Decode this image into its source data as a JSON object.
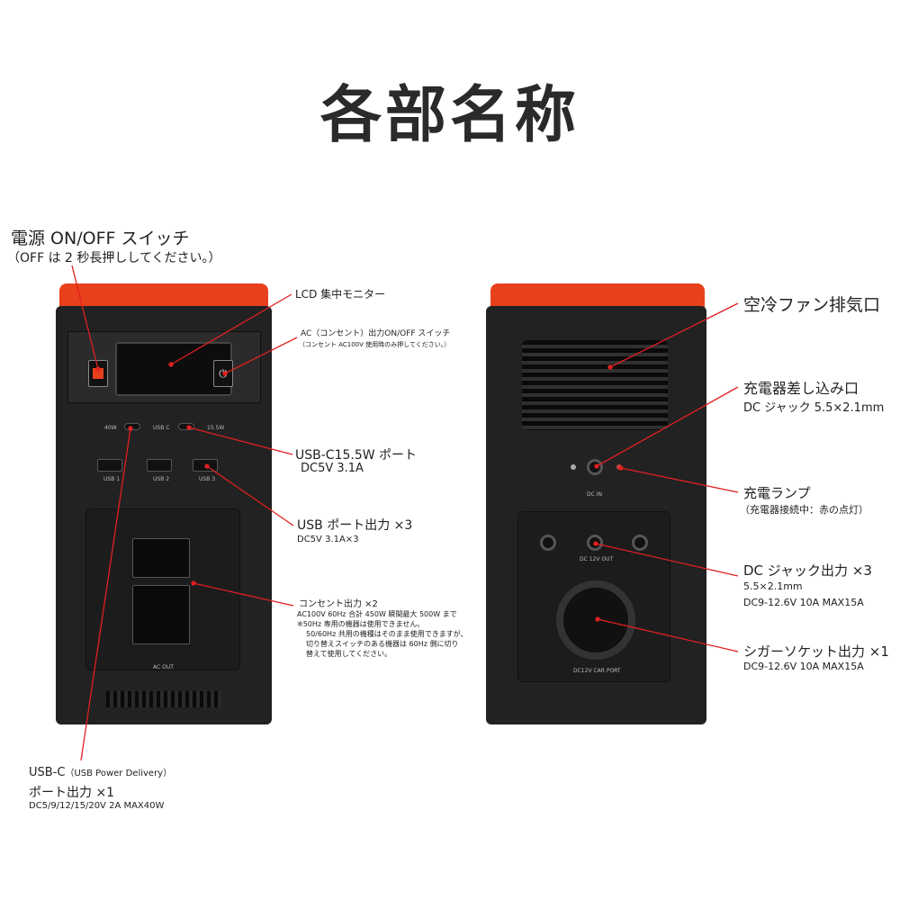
{
  "title": "各部名称",
  "front": {
    "power_switch": {
      "label": "電源 ON/OFF スイッチ",
      "note": "（OFF は 2 秒長押ししてください。）"
    },
    "lcd": {
      "label": "LCD 集中モニター"
    },
    "ac_switch": {
      "label": "AC（コンセント）出力ON/OFF スイッチ",
      "note": "（コンセント AC100V 使用時のみ押してください。）"
    },
    "usbc_155": {
      "label": "USB-C15.5W ポート",
      "spec": "DC5V 3.1A"
    },
    "usb_ports": {
      "label": "USB ポート出力 ×3",
      "spec": "DC5V 3.1A×3"
    },
    "outlet": {
      "label": "コンセント出力 ×2",
      "lines": [
        "AC100V 60Hz 合計 450W 瞬間最大 500W まで",
        "※50Hz 専用の機器は使用できません。",
        "50/60Hz 共用の機種はそのまま使用できますが、",
        "切り替えスイッチのある機器は 60Hz 側に切り",
        "替えて使用してください。"
      ]
    },
    "usbc_pd": {
      "label": "USB-C",
      "label_sub": "（USB Power Delivery）",
      "line2": "ポート出力 ×1",
      "spec": "DC5/9/12/15/20V 2A  MAX40W"
    },
    "device_text": {
      "w40": "40W",
      "usbc": "USB C",
      "w155": "15.5W",
      "usb1": "USB 1",
      "usb2": "USB 2",
      "usb3": "USB 3",
      "acout": "AC OUT"
    }
  },
  "back": {
    "fan": {
      "label": "空冷ファン排気口"
    },
    "charger": {
      "label": "充電器差し込み口",
      "spec": "DC ジャック 5.5×2.1mm"
    },
    "lamp": {
      "label": "充電ランプ",
      "note": "（充電器接続中：赤の点灯）"
    },
    "dc_out": {
      "label": "DC ジャック出力 ×3",
      "spec1": "5.5×2.1mm",
      "spec2": "DC9-12.6V 10A  MAX15A"
    },
    "cigar": {
      "label": "シガーソケット出力 ×1",
      "spec": "DC9-12.6V 10A  MAX15A"
    },
    "device_text": {
      "dcin": "DC IN",
      "dc12out": "DC 12V OUT",
      "carport": "DC12V CAR PORT"
    }
  },
  "colors": {
    "accent": "#e8401c",
    "leader": "#e02020",
    "body": "#222222"
  }
}
